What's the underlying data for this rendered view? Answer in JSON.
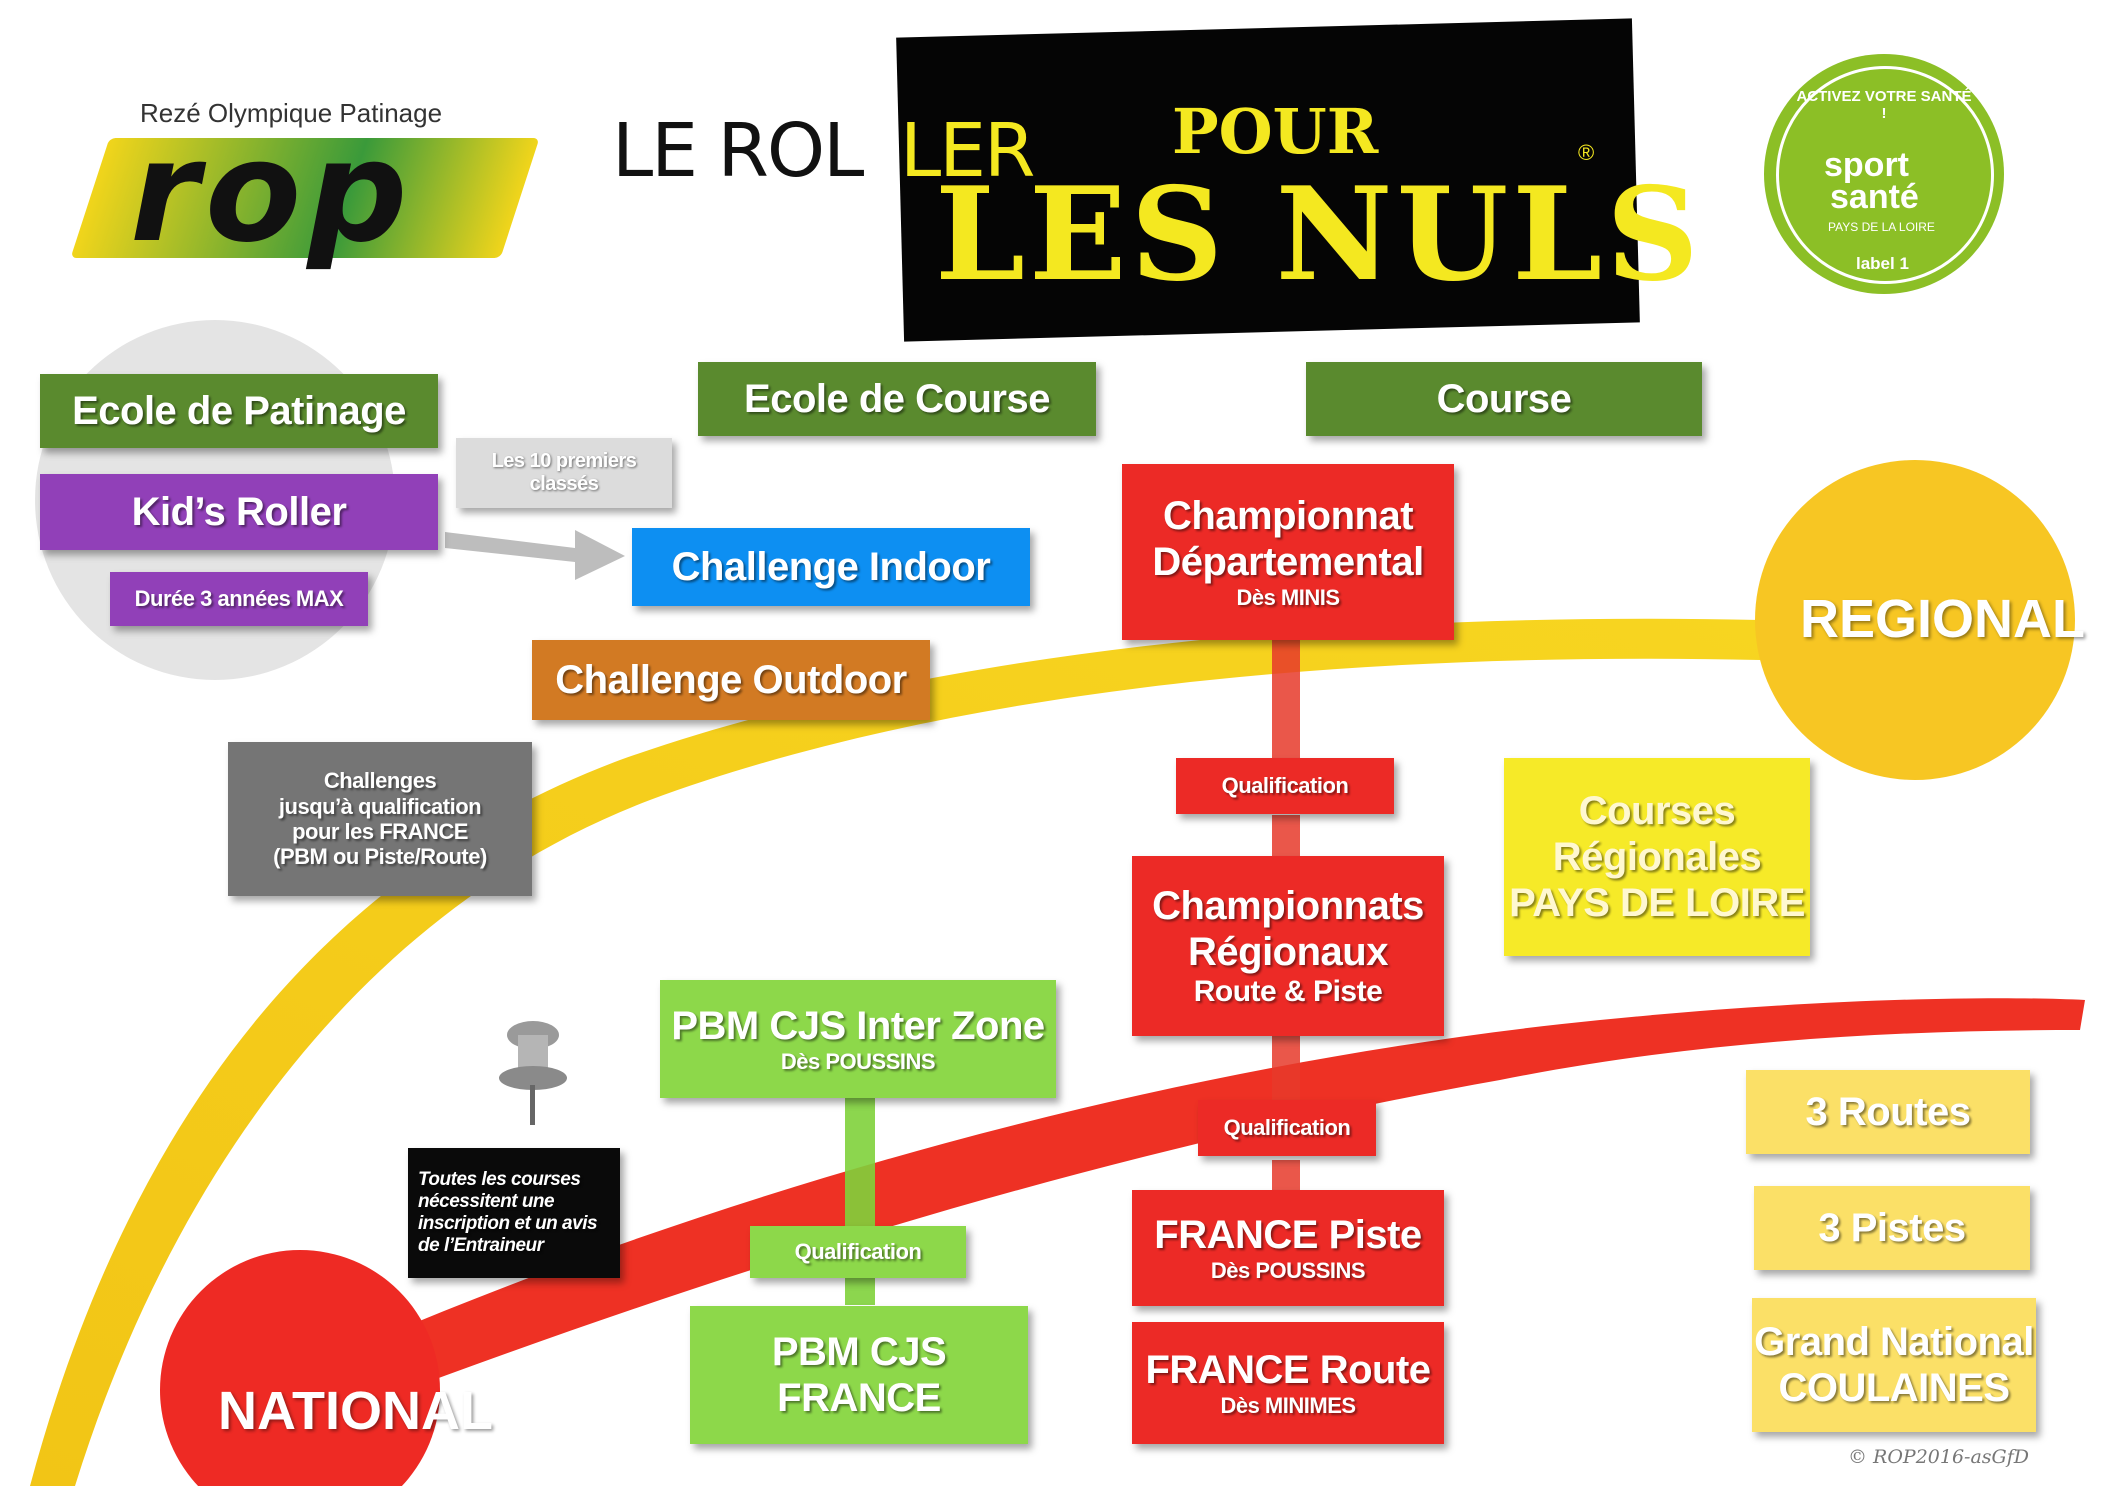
{
  "header": {
    "club_name": "Rezé Olympique Patinage",
    "club_logo_text": "rop",
    "title_part1": "LE ROL",
    "title_part2": "LER",
    "title_pour": "POUR",
    "title_nuls": "LES NULS",
    "registered_mark": "®"
  },
  "badge": {
    "ring_text": "ACTIVEZ VOTRE SANTÉ !",
    "line1": "sport",
    "line2": "santé",
    "region": "PAYS DE LA LOIRE",
    "label": "label 1"
  },
  "columns": {
    "ecole_patinage": "Ecole de Patinage",
    "ecole_course": "Ecole de Course",
    "course": "Course"
  },
  "left": {
    "kids_roller": "Kid’s Roller",
    "duree": "Durée 3 années MAX",
    "top10_line1": "Les 10 premiers",
    "top10_line2": "classés",
    "challenges_line1": "Challenges",
    "challenges_line2": "jusqu’à qualification",
    "challenges_line3": "pour les FRANCE",
    "challenges_line4": "(PBM ou Piste/Route)"
  },
  "middle": {
    "challenge_indoor": "Challenge Indoor",
    "challenge_outdoor": "Challenge Outdoor",
    "pbm_interzone": "PBM CJS  Inter Zone",
    "pbm_interzone_sub": "Dès POUSSINS",
    "qualification": "Qualification",
    "pbm_france_line1": "PBM CJS",
    "pbm_france_line2": "FRANCE"
  },
  "course_col": {
    "champ_dep_line1": "Championnat",
    "champ_dep_line2": "Départemental",
    "champ_dep_sub": "Dès MINIS",
    "qualification1": "Qualification",
    "champ_reg_line1": "Championnats",
    "champ_reg_line2": "Régionaux",
    "champ_reg_sub": "Route & Piste",
    "qualification2": "Qualification",
    "france_piste": "FRANCE Piste",
    "france_piste_sub": "Dès POUSSINS",
    "france_route": "FRANCE Route",
    "france_route_sub": "Dès MINIMES"
  },
  "right": {
    "regional": "REGIONAL",
    "courses_reg_line1": "Courses",
    "courses_reg_line2": "Régionales",
    "courses_reg_line3": "PAYS DE LOIRE",
    "routes": "3 Routes",
    "pistes": "3 Pistes",
    "gn_line1": "Grand National",
    "gn_line2": "COULAINES"
  },
  "note": {
    "line1": "Toutes les courses",
    "line2": "nécessitent une",
    "line3": "inscription et un avis",
    "line4": "de l’Entraineur"
  },
  "national": "NATIONAL",
  "copyright": "© ROP2016-asGfD",
  "colors": {
    "green": "#5a8a2e",
    "purple": "#9140b8",
    "red": "#ec2a26",
    "light_green": "#8dd84a",
    "blue": "#0d8ff2",
    "orange": "#d27a23",
    "yellow": "#f6ea28",
    "regional_circle": "#f7c623",
    "badge_green": "#8cbf26"
  }
}
